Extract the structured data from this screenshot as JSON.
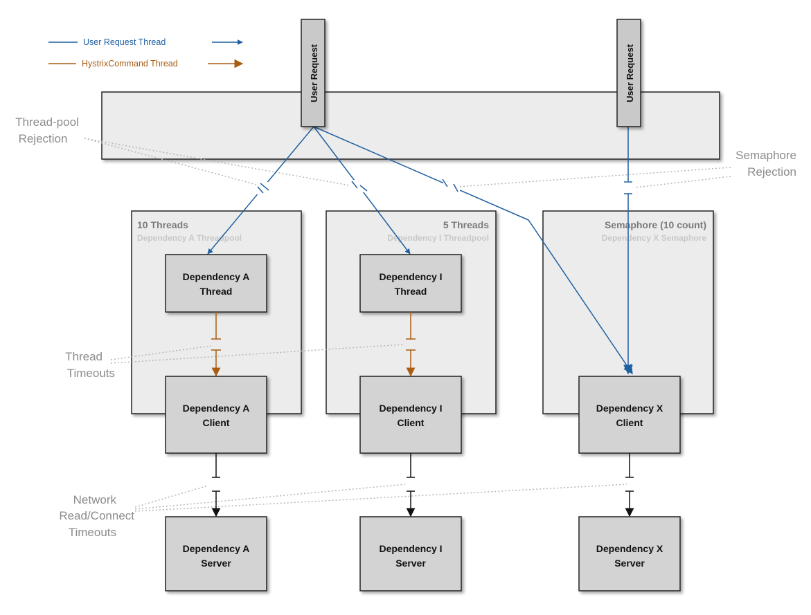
{
  "legend": {
    "user_thread": {
      "label": "User Request Thread",
      "color": "#1f5fa0"
    },
    "hystrix_thread": {
      "label": "HystrixCommand Thread",
      "color": "#a85d12"
    }
  },
  "user_request_label": "User Request",
  "annotations": {
    "threadpool_rejection": [
      "Thread-pool",
      "Rejection"
    ],
    "semaphore_rejection": [
      "Semaphore",
      "Rejection"
    ],
    "thread_timeouts": [
      "Thread",
      "Timeouts"
    ],
    "network_timeouts": [
      "Network",
      "Read/Connect",
      "Timeouts"
    ]
  },
  "pools": [
    {
      "title": "10 Threads",
      "subtitle": "Dependency A Threadpool"
    },
    {
      "title": "5 Threads",
      "subtitle": "Dependency I Threadpool"
    },
    {
      "title": "Semaphore (10 count)",
      "subtitle": "Dependency X Semaphore"
    }
  ],
  "threads": [
    {
      "lines": [
        "Dependency A",
        "Thread"
      ]
    },
    {
      "lines": [
        "Dependency I",
        "Thread"
      ]
    }
  ],
  "clients": [
    {
      "lines": [
        "Dependency A",
        "Client"
      ]
    },
    {
      "lines": [
        "Dependency I",
        "Client"
      ]
    },
    {
      "lines": [
        "Dependency X",
        "Client"
      ]
    }
  ],
  "servers": [
    {
      "lines": [
        "Dependency A",
        "Server"
      ]
    },
    {
      "lines": [
        "Dependency I",
        "Server"
      ]
    },
    {
      "lines": [
        "Dependency X",
        "Server"
      ]
    }
  ]
}
